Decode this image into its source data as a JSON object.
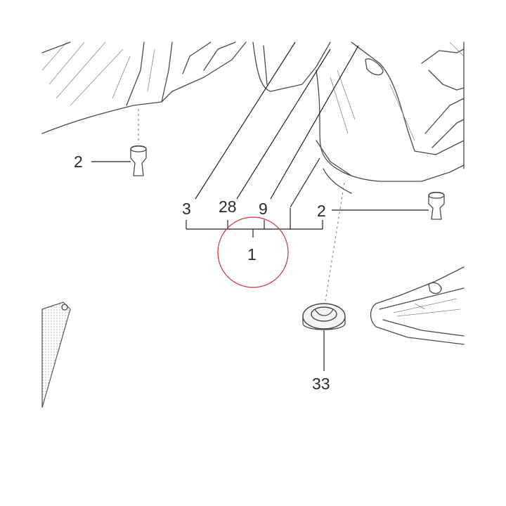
{
  "labels": {
    "left_clip": "2",
    "right_clip": "2",
    "group_3": "3",
    "group_28": "28",
    "group_9": "9",
    "group_2": "2",
    "main_part": "1",
    "grommet": "33"
  },
  "colors": {
    "highlight_circle": "#cc3344",
    "line_art": "#4a4a4a"
  }
}
